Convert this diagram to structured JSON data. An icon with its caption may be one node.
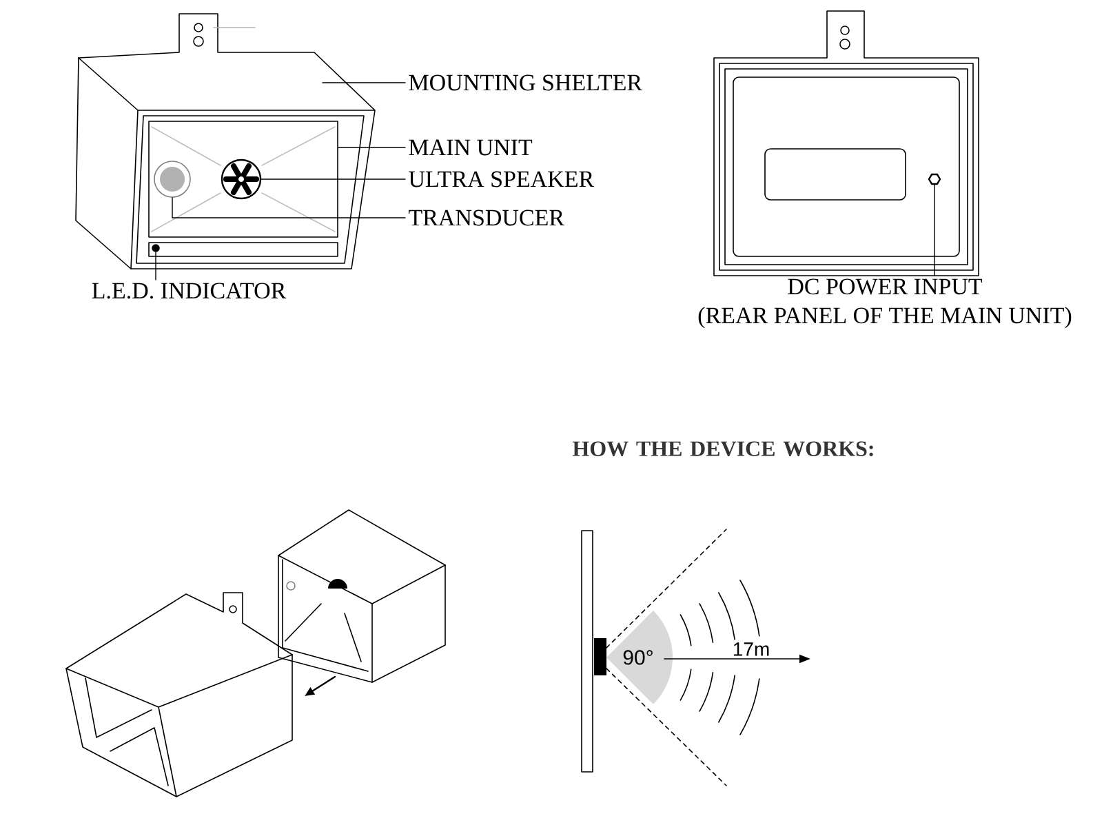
{
  "diagram": {
    "nodes": [
      {
        "text": [
          "MOUNTING SHELTER"
        ]
      },
      {
        "text": [
          "MAIN UNIT"
        ]
      },
      {
        "text": [
          "ULTRA SPEAKER"
        ]
      },
      {
        "text": [
          "TRANSDUCER"
        ]
      },
      {
        "text": [
          "L.E.D. INDICATOR"
        ]
      },
      {
        "text": [
          "DC POWER INPUT",
          "(REAR PANEL OF THE MAIN UNIT)"
        ]
      },
      {
        "text": [],
        "shape": "box"
      },
      {
        "text": [],
        "shape": "circle",
        "in": 6
      },
      {
        "text": [],
        "shape": "circle",
        "in": 6
      },
      {
        "text": [],
        "shape": "circle"
      },
      {
        "text": [],
        "shape": "hexagon"
      }
    ],
    "edges": [
      {
        "from": 0,
        "to": null,
        "arrow": "none"
      },
      {
        "from": 1,
        "to": 6,
        "arrow": "none"
      },
      {
        "from": 2,
        "to": 8,
        "arrow": "none"
      },
      {
        "from": 3,
        "to": 7,
        "arrow": "none"
      },
      {
        "from": 4,
        "to": 9,
        "arrow": "none"
      },
      {
        "from": 5,
        "to": 10,
        "arrow": "none"
      }
    ],
    "labels": [
      "HOW THE DEVICE WORKS:",
      "90°",
      "17m"
    ]
  }
}
